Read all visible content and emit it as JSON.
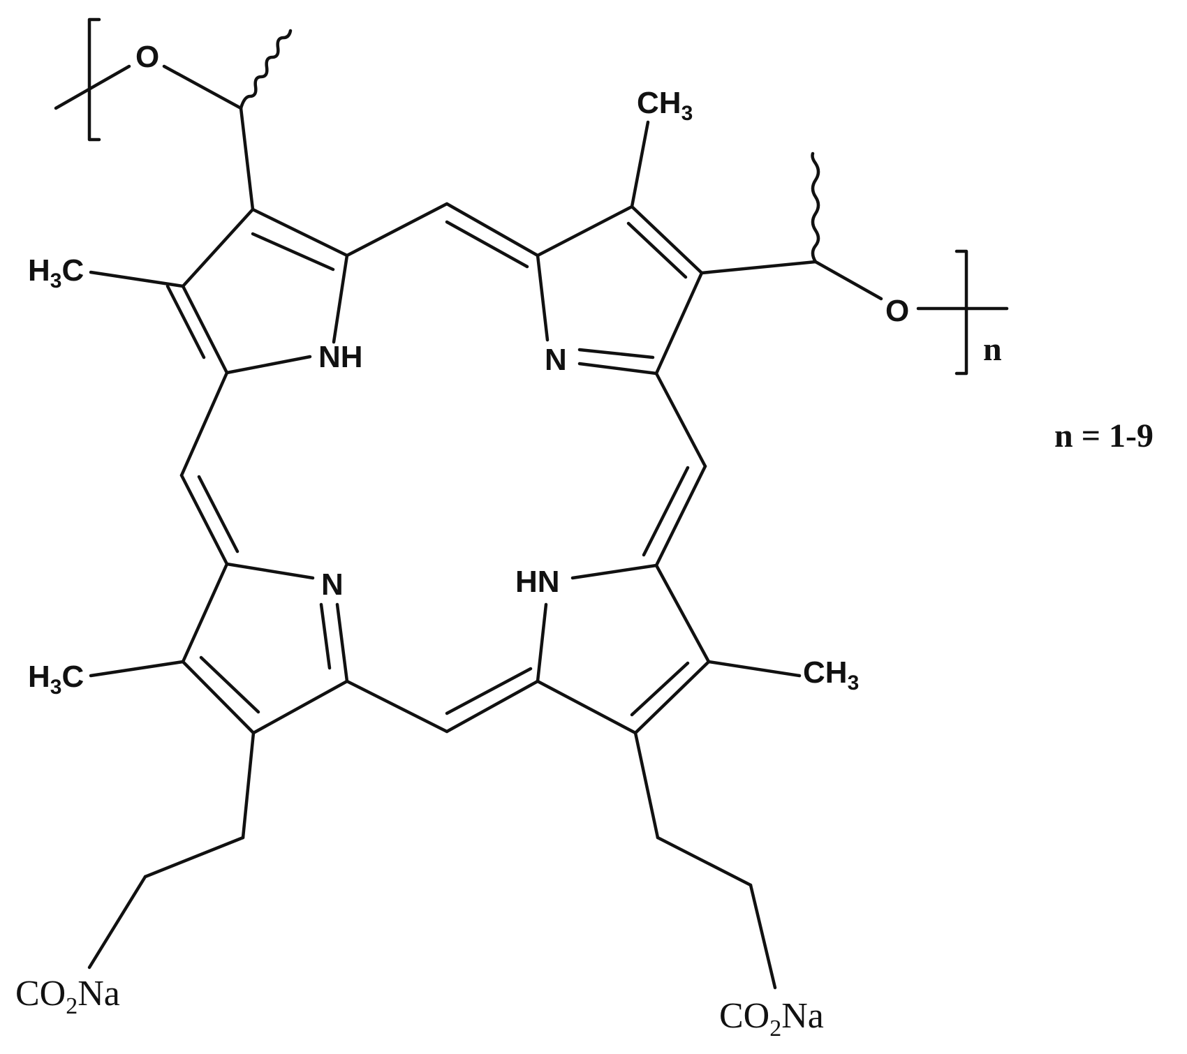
{
  "structure": {
    "nitrogens": {
      "nh_top_left": "NH",
      "n_top_right": "N",
      "n_bottom_left": "N",
      "hn_bottom_right": "HN"
    },
    "oxygens": {
      "o_left": "O",
      "o_right": "O"
    },
    "substituents": {
      "ch3_top": {
        "main": "CH",
        "sub": "3"
      },
      "ch3_right": {
        "main": "CH",
        "sub": "3"
      },
      "h3c_upper_left": {
        "pre": "H",
        "sub": "3",
        "post": "C"
      },
      "h3c_lower_left": {
        "pre": "H",
        "sub": "3",
        "post": "C"
      },
      "co2na_left": {
        "pre": "CO",
        "sub": "2",
        "post": "Na"
      },
      "co2na_right": {
        "pre": "CO",
        "sub": "2",
        "post": "Na"
      }
    },
    "repeat_subscript": "n",
    "repeat_range": "n = 1-9"
  }
}
